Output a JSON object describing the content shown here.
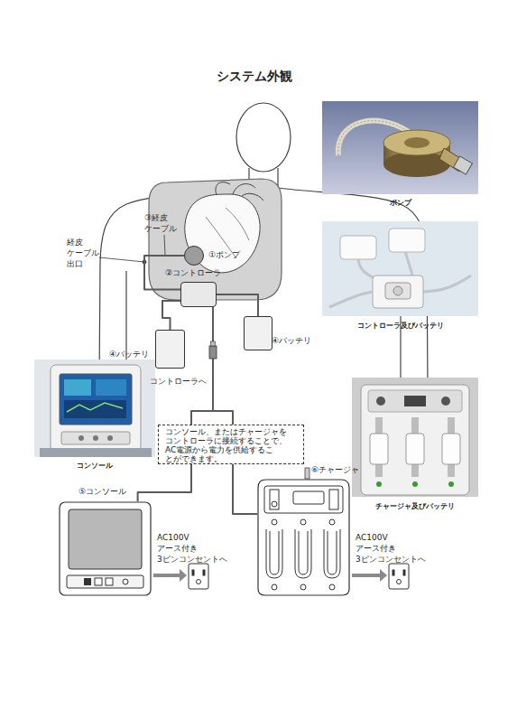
{
  "diagram": {
    "title": "システム外観",
    "nodes": [
      {
        "text": [
          "ポンプ"
        ]
      },
      {
        "text": [
          "①ポンプ"
        ]
      },
      {
        "text": [
          "②コントローラ"
        ]
      },
      {
        "text": [
          "コントローラ及びバッテリ"
        ]
      },
      {
        "text": [
          "④バッテリ"
        ]
      },
      {
        "text": [
          "④バッテリ"
        ]
      },
      {
        "text": [
          "コンソール"
        ]
      },
      {
        "text": [
          "コンソール、またはチャージャを コントローラに接続することで、 AC電源から電力を供給するこ とができます。"
        ]
      },
      {
        "text": [
          "チャージャ及びバッテリ"
        ]
      },
      {
        "text": [
          "⑤コンソール"
        ]
      },
      {
        "text": [
          "⑥チャージャ"
        ]
      }
    ],
    "edges": [
      {
        "from": 1,
        "to": 2,
        "arrow": "none"
      },
      {
        "from": 2,
        "to": 4,
        "arrow": "none"
      },
      {
        "from": 2,
        "to": 5,
        "arrow": "none"
      },
      {
        "from": 9,
        "to": 2,
        "arrow": "none"
      },
      {
        "from": 10,
        "to": 2,
        "arrow": "none"
      }
    ],
    "labels": [
      "経皮 ケーブル 出口",
      "③経皮 ケーブル",
      "コントローラへ",
      "AC100V アース付き 3ピンコンセントへ",
      "AC100V アース付き 3ピンコンセントへ"
    ]
  }
}
